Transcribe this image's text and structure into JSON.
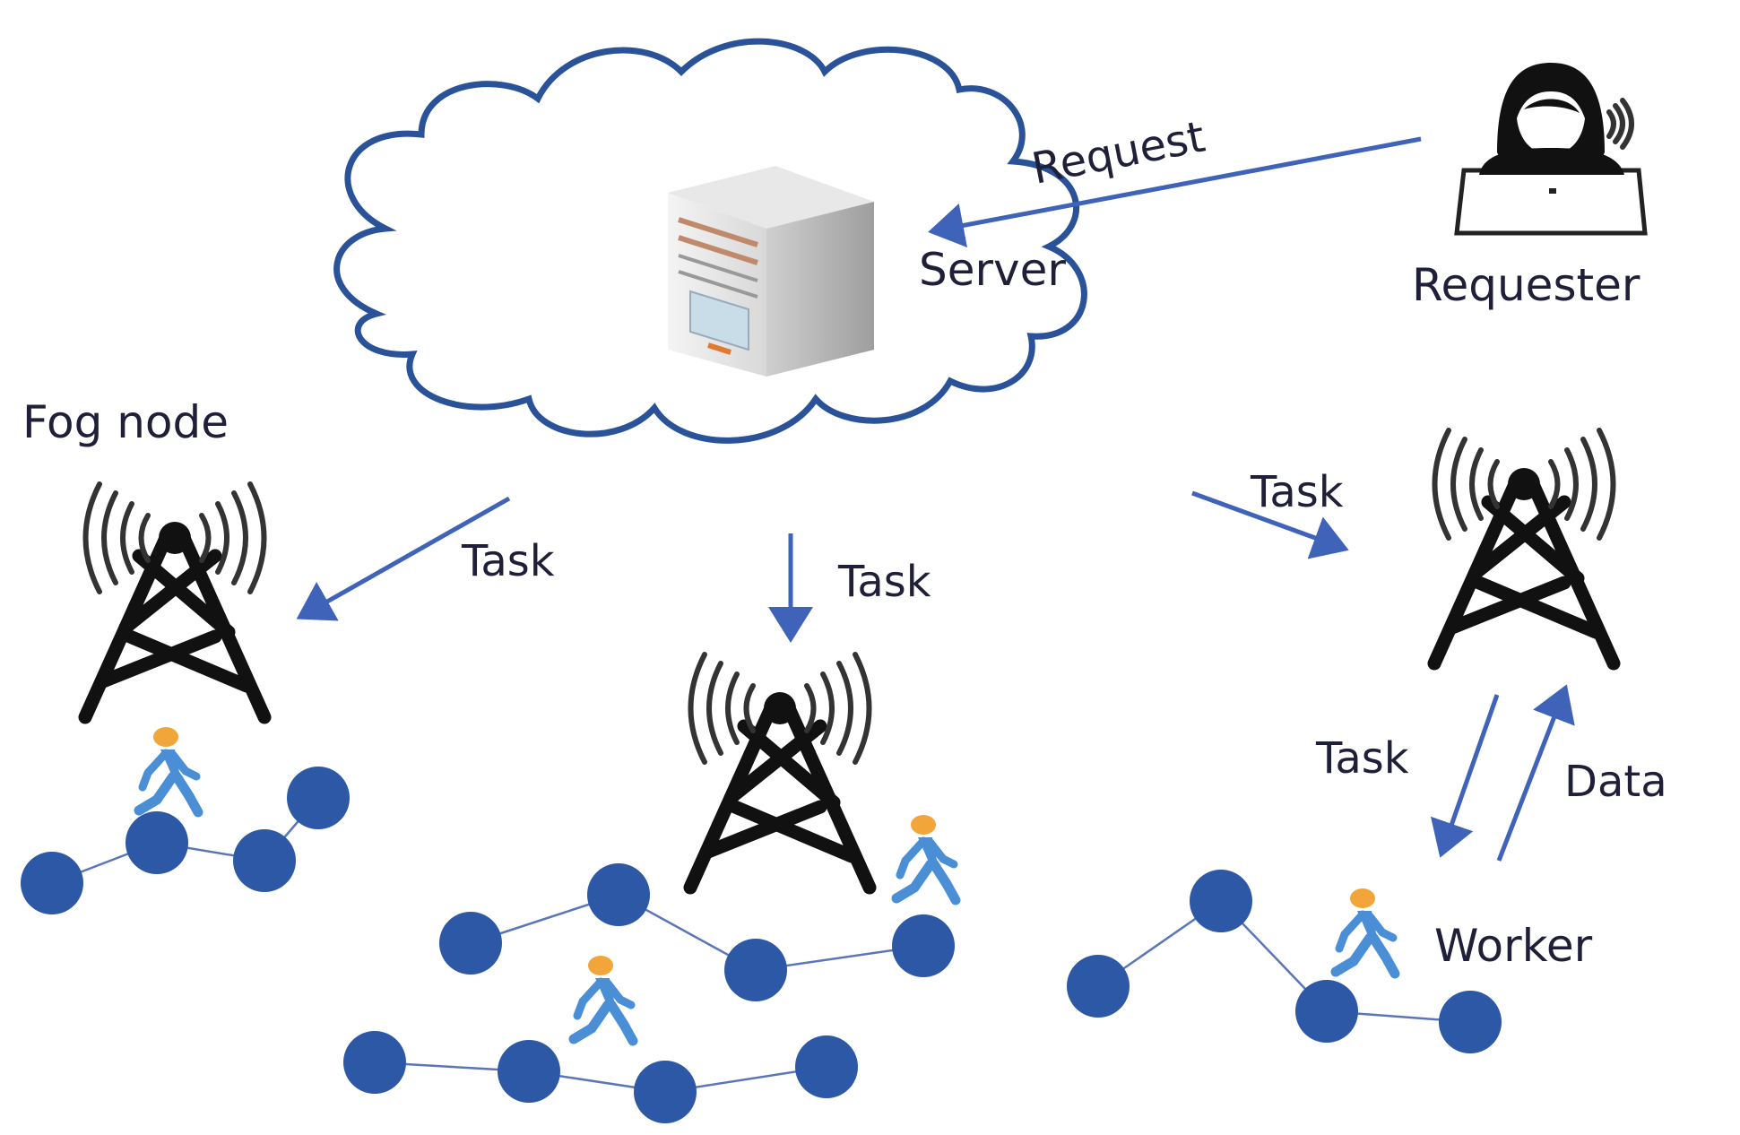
{
  "labels": {
    "server": "Server",
    "requester": "Requester",
    "fog_node": "Fog node",
    "worker": "Worker",
    "request": "Request",
    "task": "Task",
    "data": "Data"
  },
  "colors": {
    "cloud_outline": "#2a5298",
    "arrow": "#3f63b8",
    "node": "#2c58a6",
    "worker_body": "#4a8fd6",
    "worker_head": "#f2a63a",
    "text": "#1f1f3a"
  },
  "icons": {
    "cloud": "cloud-icon",
    "server": "server-icon",
    "requester": "requester-laptop-icon",
    "tower": "cell-tower-icon",
    "worker": "walking-person-icon"
  }
}
